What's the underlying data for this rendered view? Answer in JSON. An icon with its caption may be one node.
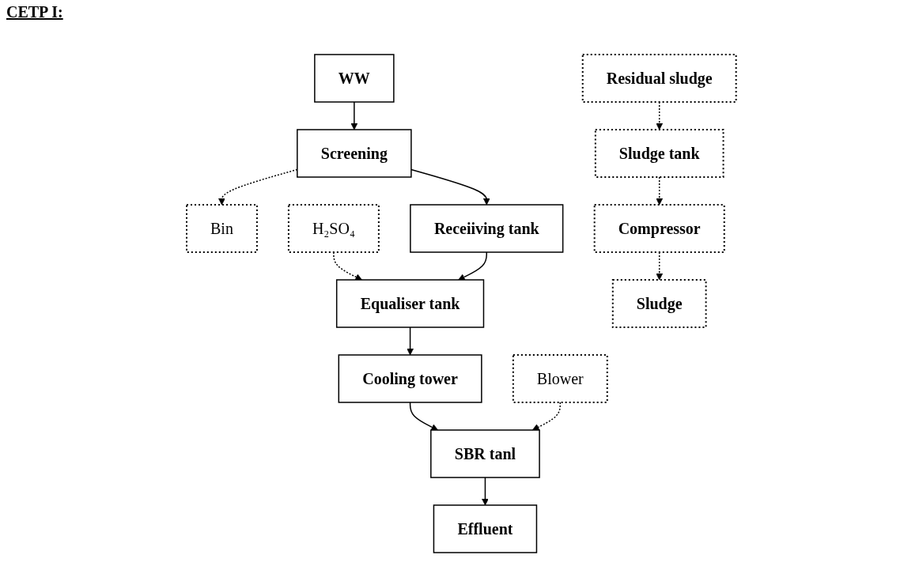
{
  "diagram": {
    "title": "CETP I:",
    "nodes": [
      {
        "text": [
          "WW"
        ]
      },
      {
        "text": [
          "Screening"
        ]
      },
      {
        "text": [
          "Bin"
        ]
      },
      {
        "text": [
          "Receiiving tank"
        ]
      },
      {
        "text": [
          "H₂SO₄"
        ]
      },
      {
        "text": [
          "Equaliser tank"
        ]
      },
      {
        "text": [
          "Residual sludge"
        ]
      },
      {
        "text": [
          "Cooling tower"
        ]
      },
      {
        "text": [
          "Sludge tank"
        ]
      },
      {
        "text": [
          "Blower"
        ]
      },
      {
        "text": [
          "SBR tanl"
        ]
      },
      {
        "text": [
          "Compressor"
        ]
      },
      {
        "text": [
          "Effluent"
        ]
      },
      {
        "text": [
          "Sludge"
        ]
      }
    ],
    "edges": [
      {
        "from": 0,
        "to": 1,
        "arrow": "to"
      },
      {
        "from": 1,
        "to": 2,
        "arrow": "to",
        "style": "dashed"
      },
      {
        "from": 1,
        "to": 3,
        "arrow": "to"
      },
      {
        "from": 4,
        "to": 5,
        "arrow": "to",
        "style": "dashed"
      },
      {
        "from": 3,
        "to": 5,
        "arrow": "to"
      },
      {
        "from": 5,
        "to": 7,
        "arrow": "to"
      },
      {
        "from": 6,
        "to": 8,
        "arrow": "to",
        "style": "dashed"
      },
      {
        "from": 7,
        "to": 10,
        "arrow": "to"
      },
      {
        "from": 9,
        "to": 10,
        "arrow": "to",
        "style": "dashed"
      },
      {
        "from": 8,
        "to": 11,
        "arrow": "to",
        "style": "dashed"
      },
      {
        "from": 10,
        "to": 12,
        "arrow": "to"
      },
      {
        "from": 11,
        "to": 13,
        "arrow": "to",
        "style": "dashed"
      }
    ]
  }
}
